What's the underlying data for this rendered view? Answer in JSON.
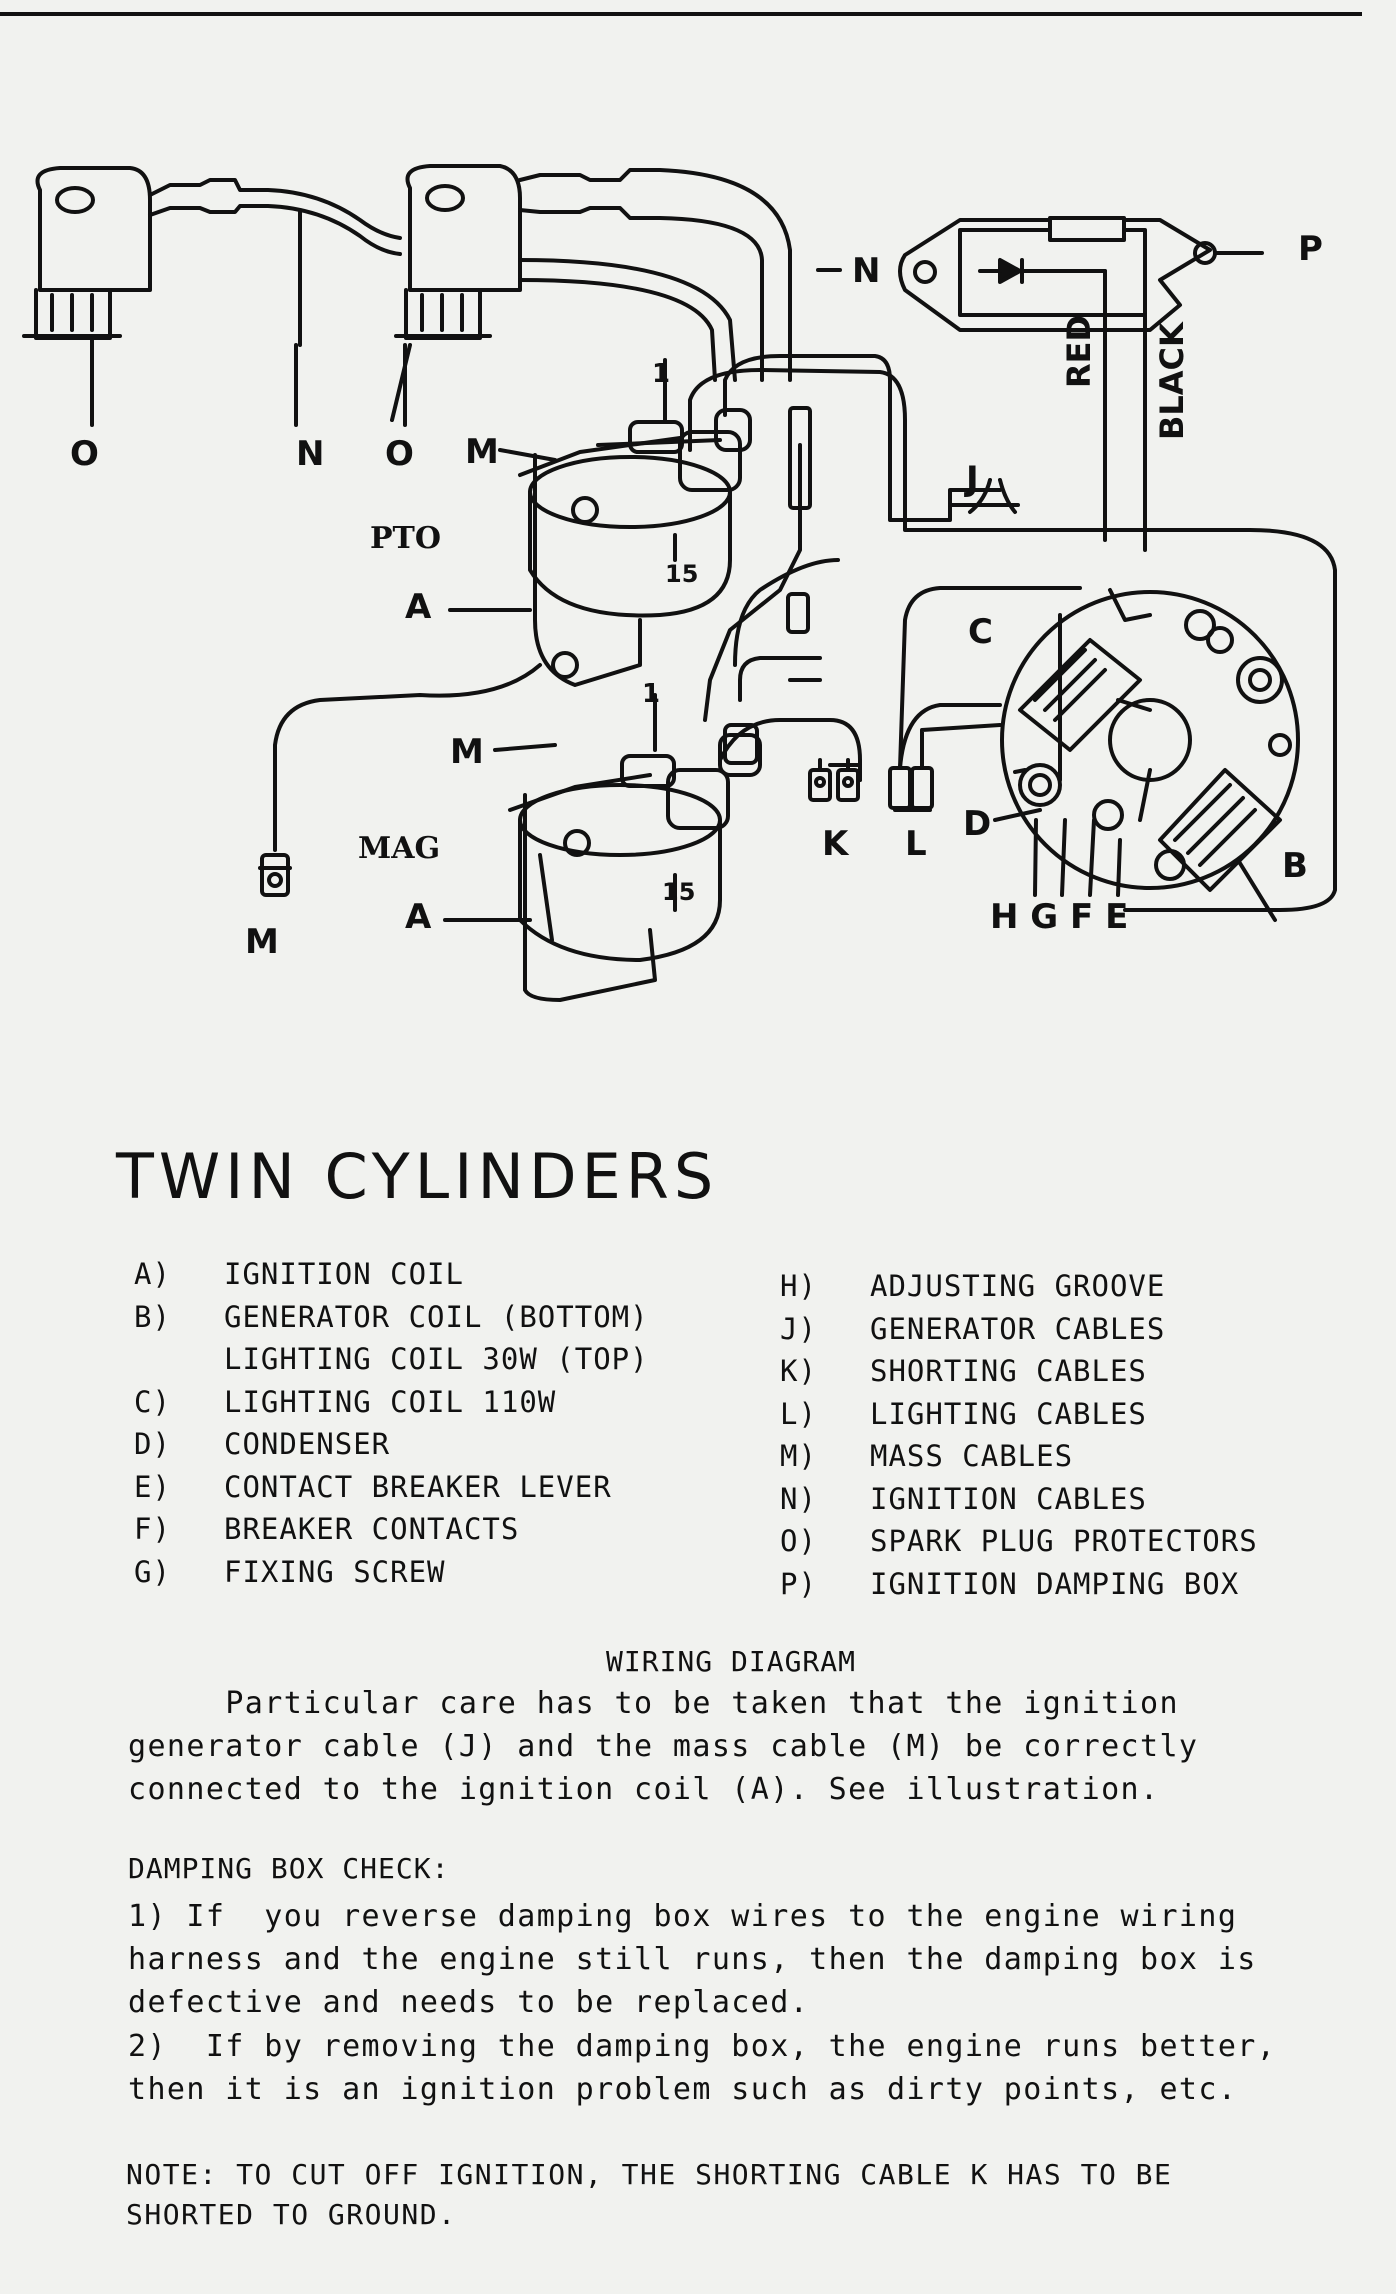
{
  "diagram_labels": {
    "O_left": "O",
    "N_left": "N",
    "O_mid": "O",
    "M_top": "M",
    "N_right": "N",
    "P": "P",
    "red": "RED",
    "black": "BLACK",
    "pto": "PTO",
    "A_top": "A",
    "one_top": "1",
    "fifteen_top": "15",
    "J": "J",
    "C": "C",
    "M_mid": "M",
    "one_mid": "1",
    "mag": "MAG",
    "A_bottom": "A",
    "fifteen_bottom": "15",
    "M_bottom": "M",
    "K": "K",
    "L": "L",
    "D": "D",
    "B": "B",
    "HGFE": "H G F E"
  },
  "heading": "TWIN CYLINDERS",
  "legend_left": [
    {
      "key": "A)",
      "text": "IGNITION COIL"
    },
    {
      "key": "B)",
      "text": "GENERATOR COIL (BOTTOM)"
    },
    {
      "key": "",
      "text": "LIGHTING COIL 30W (TOP)"
    },
    {
      "key": "C)",
      "text": "LIGHTING COIL 110W"
    },
    {
      "key": "D)",
      "text": "CONDENSER"
    },
    {
      "key": "E)",
      "text": "CONTACT BREAKER LEVER"
    },
    {
      "key": "F)",
      "text": "BREAKER CONTACTS"
    },
    {
      "key": "G)",
      "text": "FIXING SCREW"
    }
  ],
  "legend_right": [
    {
      "key": "H)",
      "text": "ADJUSTING GROOVE"
    },
    {
      "key": "J)",
      "text": "GENERATOR CABLES"
    },
    {
      "key": "K)",
      "text": "SHORTING CABLES"
    },
    {
      "key": "L)",
      "text": "LIGHTING CABLES"
    },
    {
      "key": "M)",
      "text": "MASS CABLES"
    },
    {
      "key": "N)",
      "text": "IGNITION CABLES"
    },
    {
      "key": "O)",
      "text": "SPARK PLUG PROTECTORS"
    },
    {
      "key": "P)",
      "text": "IGNITION DAMPING BOX"
    }
  ],
  "wiring_title": "WIRING DIAGRAM",
  "paragraph1": "     Particular care has to be taken that the ignition\ngenerator cable (J) and the mass cable (M) be correctly\nconnected to the ignition coil (A). See illustration.",
  "damping_title": "DAMPING BOX CHECK:",
  "paragraph2": "1) If  you reverse damping box wires to the engine wiring\nharness and the engine still runs, then the damping box is\ndefective and needs to be replaced.",
  "paragraph3": "2)  If by removing the damping box, the engine runs better,\nthen it is an ignition problem such as dirty points, etc.",
  "note": "NOTE: TO CUT OFF IGNITION, THE SHORTING CABLE K HAS TO BE\nSHORTED TO GROUND."
}
